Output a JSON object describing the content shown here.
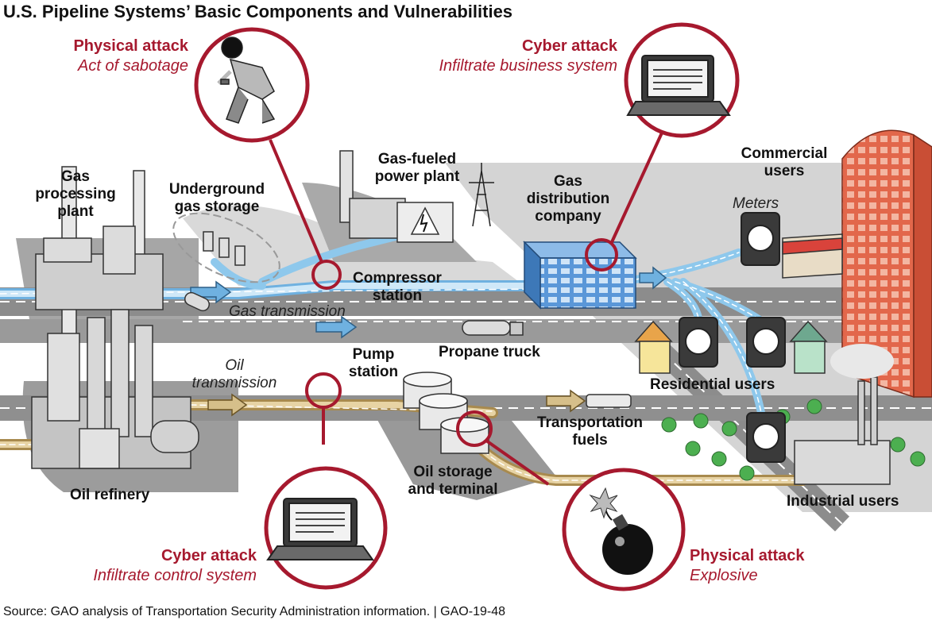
{
  "title": "U.S. Pipeline Systems’ Basic Components and Vulnerabilities",
  "source": "Source: GAO analysis of Transportation Security Administration information.  |  GAO-19-48",
  "colors": {
    "attack_red": "#a6192e",
    "gas_blue": "#8ec8ec",
    "oil_tan": "#c9b07a",
    "road_gray": "#8c8c8c"
  },
  "components": {
    "gas_processing_plant": [
      "Gas",
      "processing",
      "plant"
    ],
    "underground_gas_storage": [
      "Underground",
      "gas storage"
    ],
    "gas_fueled_power_plant": [
      "Gas-fueled",
      "power plant"
    ],
    "gas_distribution_company": [
      "Gas",
      "distribution",
      "company"
    ],
    "commercial_users": [
      "Commercial",
      "users"
    ],
    "meters": "Meters",
    "compressor_station": [
      "Compressor",
      "station"
    ],
    "propane_truck": "Propane truck",
    "pump_station": [
      "Pump",
      "station"
    ],
    "residential_users": "Residential users",
    "transportation_fuels": [
      "Transportation",
      "fuels"
    ],
    "oil_storage_and_terminal": [
      "Oil storage",
      "and terminal"
    ],
    "oil_refinery": "Oil refinery",
    "industrial_users": "Industrial users"
  },
  "flows": {
    "gas_transmission": "Gas transmission",
    "oil_transmission": [
      "Oil",
      "transmission"
    ]
  },
  "attacks": [
    {
      "title": "Physical attack",
      "subtitle": "Act of sabotage",
      "icon": "saboteur-icon"
    },
    {
      "title": "Cyber attack",
      "subtitle": "Infiltrate business system",
      "icon": "laptop-icon"
    },
    {
      "title": "Cyber attack",
      "subtitle": "Infiltrate control system",
      "icon": "laptop-icon"
    },
    {
      "title": "Physical attack",
      "subtitle": "Explosive",
      "icon": "bomb-icon"
    }
  ]
}
